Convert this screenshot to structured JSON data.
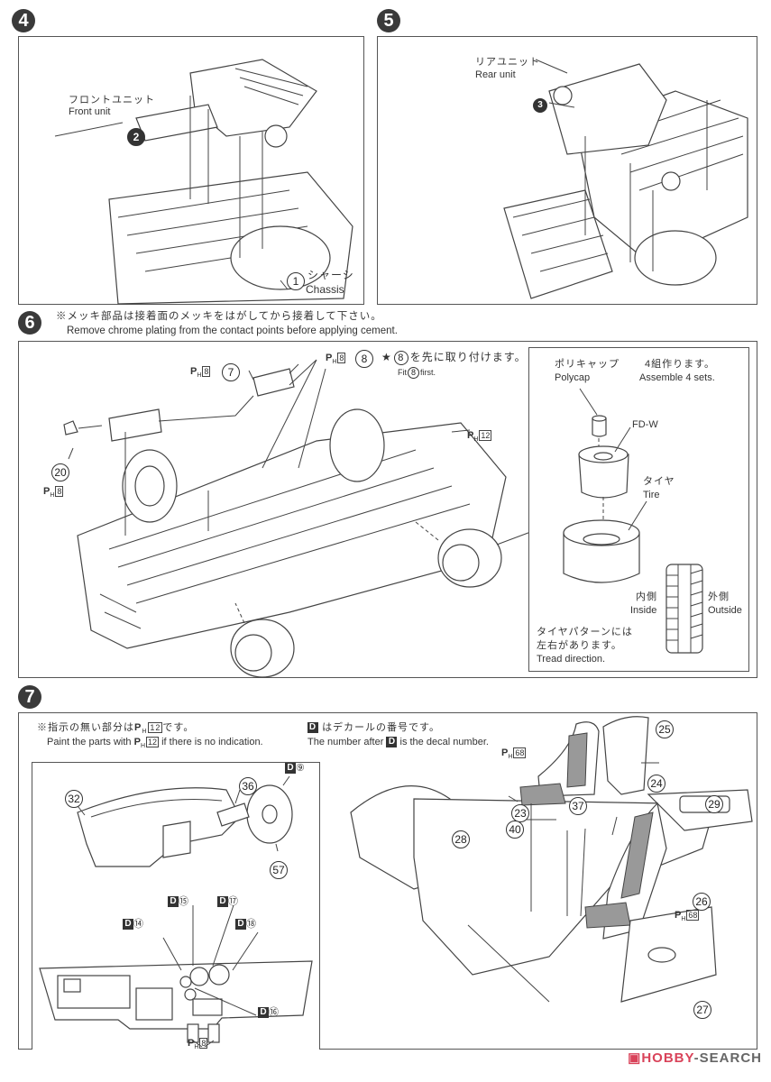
{
  "steps": [
    {
      "number": "4",
      "labels": {
        "front_unit_jp": "フロントユニット",
        "front_unit_en": "Front unit",
        "part_2": "2",
        "part_1": "1",
        "chassis_jp": "シャーシ",
        "chassis_en": "Chassis"
      }
    },
    {
      "number": "5",
      "labels": {
        "rear_unit_jp": "リアユニット",
        "rear_unit_en": "Rear unit",
        "part_3": "3"
      }
    },
    {
      "number": "6",
      "note_jp": "※メッキ部品は接着面のメッキをはがしてから接着して下さい。",
      "note_en": "Remove chrome plating from the contact points before applying cement.",
      "labels": {
        "paint_p": "P",
        "paint_h": "H",
        "paint_8": "8",
        "paint_12": "12",
        "part_7": "7",
        "part_8": "8",
        "part_20": "20",
        "fit_first_jp_pre": "★",
        "fit_first_jp_post": "を先に取り付けます。",
        "fit_first_en_pre": "Fit",
        "fit_first_en_post": "first."
      },
      "inset": {
        "polycap_jp": "ポリキャップ",
        "polycap_en": "Polycap",
        "sets_jp": "4組作ります。",
        "sets_en": "Assemble 4 sets.",
        "wheel": "FD-W",
        "tire_jp": "タイヤ",
        "tire_en": "Tire",
        "inside_jp": "内側",
        "inside_en": "Inside",
        "outside_jp": "外側",
        "outside_en": "Outside",
        "tread_jp_1": "タイヤパターンには",
        "tread_jp_2": "左右があります。",
        "tread_en": "Tread direction."
      }
    },
    {
      "number": "7",
      "note1_jp_pre": "※指示の無い部分は",
      "note1_jp_post": "です。",
      "note1_en_pre": "Paint the parts with",
      "note1_en_post": "if there is no indication.",
      "note2_jp": "はデカールの番号です。",
      "note2_en_pre": "The number after",
      "note2_en_post": "is the decal number.",
      "decal_letter": "D",
      "paint_12": "12",
      "paint_68": "68",
      "paint_8": "8",
      "parts": {
        "p32": "32",
        "p36": "36",
        "p57": "57",
        "p23": "23",
        "p24": "24",
        "p25": "25",
        "p26": "26",
        "p27": "27",
        "p28": "28",
        "p29": "29",
        "p37": "37",
        "p40": "40"
      },
      "decals": {
        "d9": "⑨",
        "d14": "⑭",
        "d15": "⑮",
        "d16": "⑯",
        "d17": "⑰",
        "d18": "⑱"
      }
    }
  ],
  "watermark": {
    "brand_1": "HOBBY",
    "brand_2": "SEARCH",
    "brand_color": "#d9435a",
    "text_color": "#666666"
  }
}
